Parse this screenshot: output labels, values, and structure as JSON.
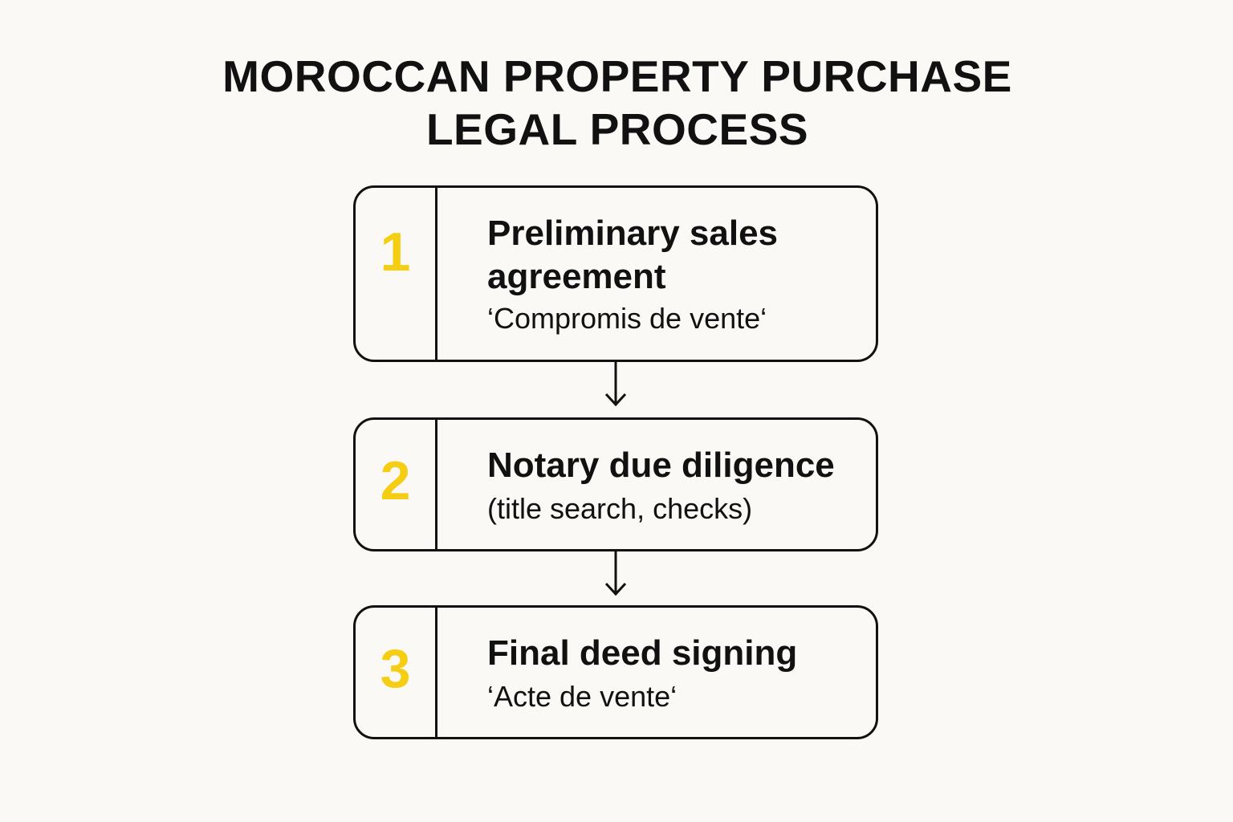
{
  "title": {
    "line1": "MOROCCAN PROPERTY PURCHASE",
    "line2": "LEGAL PROCESS"
  },
  "steps": [
    {
      "number": "1",
      "heading_line1": "Preliminary sales",
      "heading_line2": "agreement",
      "subtitle": "‘Compromis de vente‘"
    },
    {
      "number": "2",
      "heading_line1": "Notary due diligence",
      "subtitle": "(title search, checks)"
    },
    {
      "number": "3",
      "heading_line1": "Final deed signing",
      "subtitle": "‘Acte de vente‘"
    }
  ],
  "colors": {
    "background": "#fbf9f5",
    "accent_number": "#f5cd12",
    "stroke": "#111111"
  }
}
